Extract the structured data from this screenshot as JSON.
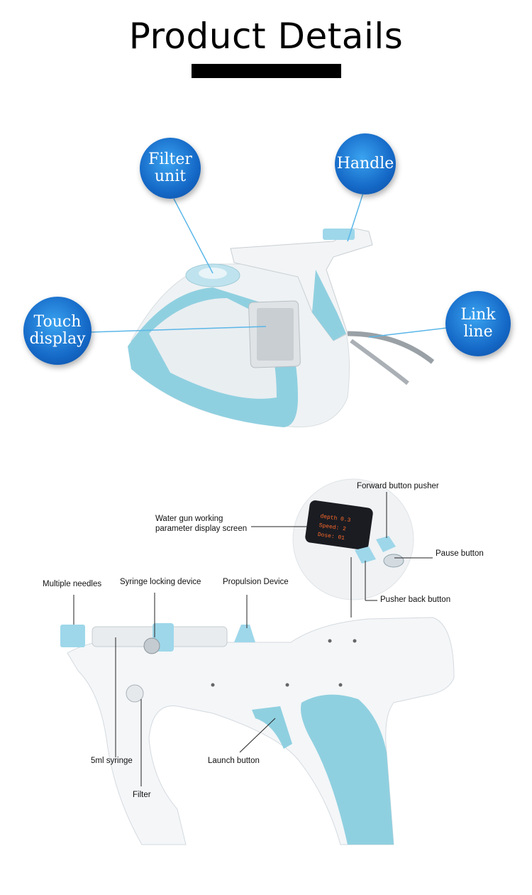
{
  "header": {
    "title": "Product Details"
  },
  "device_callouts": {
    "filter_unit": "Filter\nunit",
    "handle": "Handle",
    "touch_display": "Touch\ndisplay",
    "link_line": "Link\nline"
  },
  "gun_labels": {
    "forward_button_pusher": "Forward button pusher",
    "water_gun_screen": "Water gun working\nparameter display screen",
    "pause_button": "Pause button",
    "multiple_needles": "Multiple needles",
    "syringe_locking_device": "Syringe locking device",
    "propulsion_device": "Propulsion Device",
    "pusher_back_button": "Pusher back button",
    "syringe_5ml": "5ml syringe",
    "launch_button": "Launch button",
    "filter": "Filter"
  },
  "screen_text": {
    "depth": "depth 0.3",
    "speed": "Speed: 2",
    "dose": "Dose: 01"
  },
  "colors": {
    "accent_blue": "#1569c7",
    "device_teal": "#8fd0e0",
    "body_white": "#f4f6f8",
    "screen_orange": "#ff6a2a"
  }
}
